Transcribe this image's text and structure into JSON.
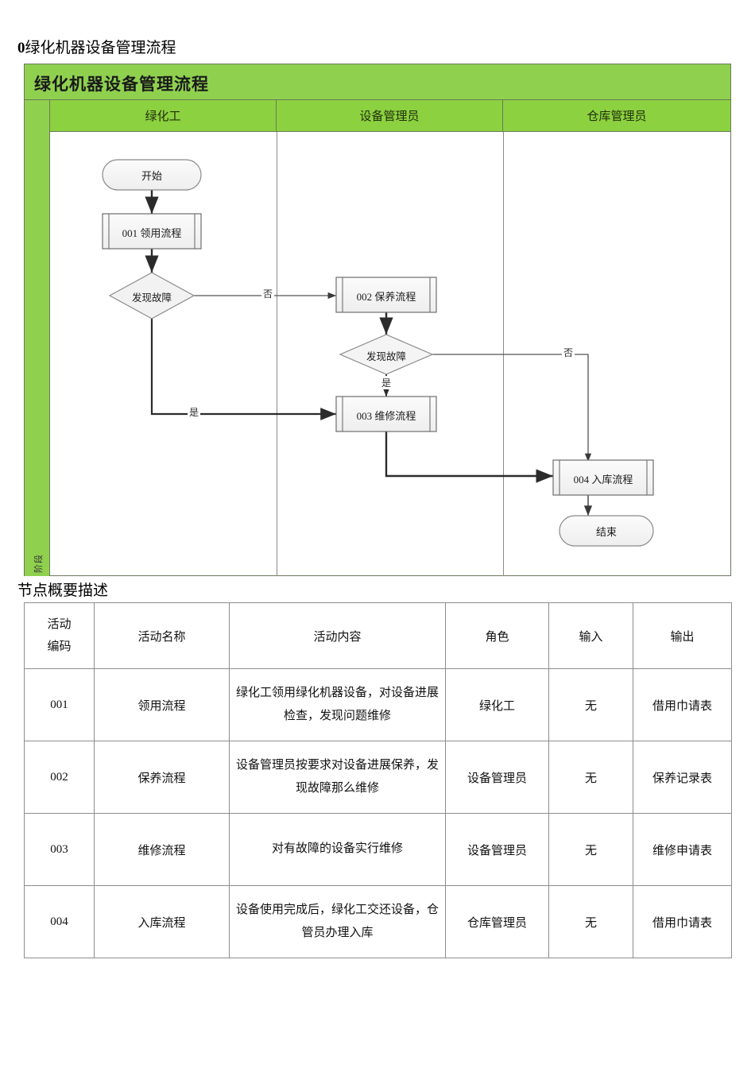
{
  "document": {
    "heading_number": "0",
    "heading_title": "绿化机器设备管理流程",
    "section_caption": "节点概要描述"
  },
  "colors": {
    "title_bar_green": "#8fd14f",
    "lane_header_green": "#8cd140",
    "frame_border": "#6b7a5b",
    "node_border": "#7a7a7a",
    "node_fill": "#f4f4f4"
  },
  "diagram": {
    "title": "绿化机器设备管理流程",
    "phase_label": "阶段",
    "lanes": [
      {
        "label": "绿化工"
      },
      {
        "label": "设备管理员"
      },
      {
        "label": "仓库管理员"
      }
    ],
    "nodes": [
      {
        "id": "start",
        "type": "terminator",
        "lane": 0,
        "text": "开始"
      },
      {
        "id": "n001",
        "type": "subprocess",
        "lane": 0,
        "text": "001  领用流程"
      },
      {
        "id": "d1",
        "type": "decision",
        "lane": 0,
        "text": "发现故障"
      },
      {
        "id": "n002",
        "type": "subprocess",
        "lane": 1,
        "text": "002  保养流程"
      },
      {
        "id": "d2",
        "type": "decision",
        "lane": 1,
        "text": "发现故障"
      },
      {
        "id": "n003",
        "type": "subprocess",
        "lane": 1,
        "text": "003  维修流程"
      },
      {
        "id": "n004",
        "type": "subprocess",
        "lane": 2,
        "text": "004  入库流程"
      },
      {
        "id": "end",
        "type": "terminator",
        "lane": 2,
        "text": "结束"
      }
    ],
    "edge_labels": [
      {
        "id": "e-d1-no",
        "text": "否"
      },
      {
        "id": "e-d1-yes",
        "text": "是"
      },
      {
        "id": "e-d2-yes",
        "text": "是"
      },
      {
        "id": "e-d2-no",
        "text": "否"
      }
    ]
  },
  "table": {
    "headers": {
      "code": "活动\n编码",
      "code_line1": "活动",
      "code_line2": "编码",
      "name": "活动名称",
      "content": "活动内容",
      "role": "角色",
      "input": "输入",
      "output": "输出"
    },
    "rows": [
      {
        "code": "001",
        "name": "领用流程",
        "content": "绿化工领用绿化机器设备，对设备进展检查，发现问题维修",
        "role": "绿化工",
        "input": "无",
        "output": "借用巾请表"
      },
      {
        "code": "002",
        "name": "保养流程",
        "content": "设备管理员按要求对设备进展保养，发现故障那么维修",
        "role": "设备管理员",
        "input": "无",
        "output": "保养记录表"
      },
      {
        "code": "003",
        "name": "维修流程",
        "content": "对有故障的设备实行维修",
        "role": "设备管理员",
        "input": "无",
        "output": "维修申请表"
      },
      {
        "code": "004",
        "name": "入库流程",
        "content": "设备使用完成后，绿化工交还设备，仓管员办理入库",
        "role": "仓库管理员",
        "input": "无",
        "output": "借用巾请表"
      }
    ]
  }
}
